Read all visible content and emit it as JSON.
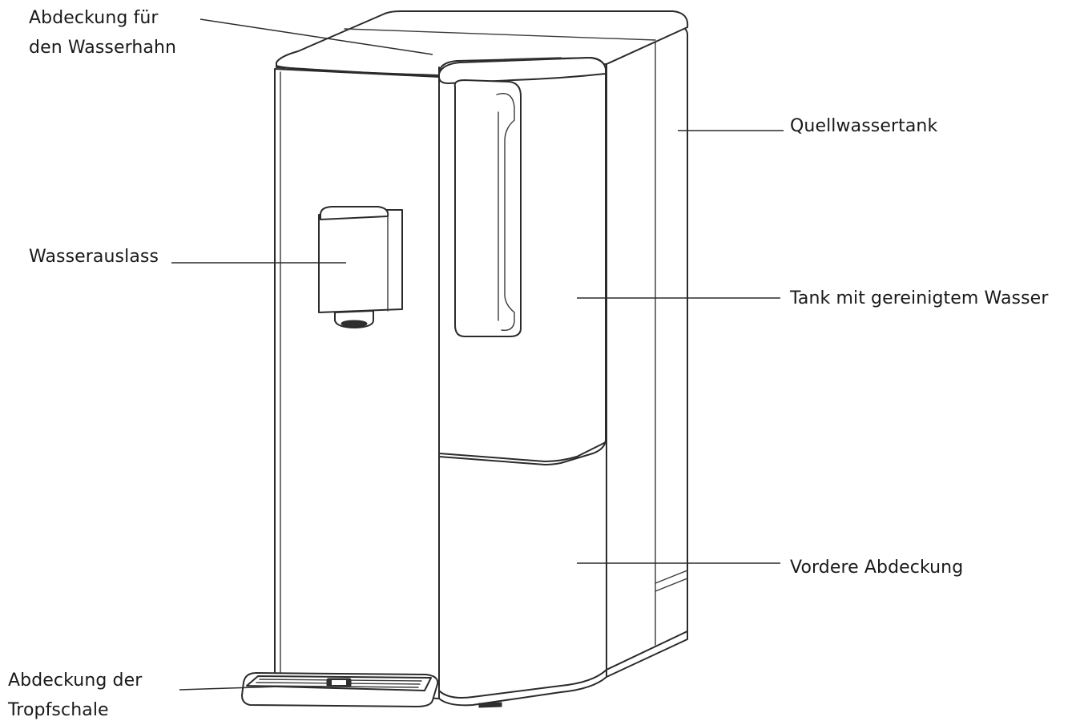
{
  "labels": {
    "faucet_cover": [
      "Abdeckung für",
      "den Wasserhahn"
    ],
    "source_tank": "Quellwassertank",
    "water_outlet": "Wasserauslass",
    "purified_tank": "Tank mit gereinigtem Wasser",
    "front_cover": "Vordere Abdeckung",
    "drip_tray_cover": [
      "Abdeckung der",
      "Tropfschale"
    ]
  },
  "colors": {
    "line": "#2b2b2b",
    "background": "#ffffff",
    "text": "#1a1a1a"
  }
}
